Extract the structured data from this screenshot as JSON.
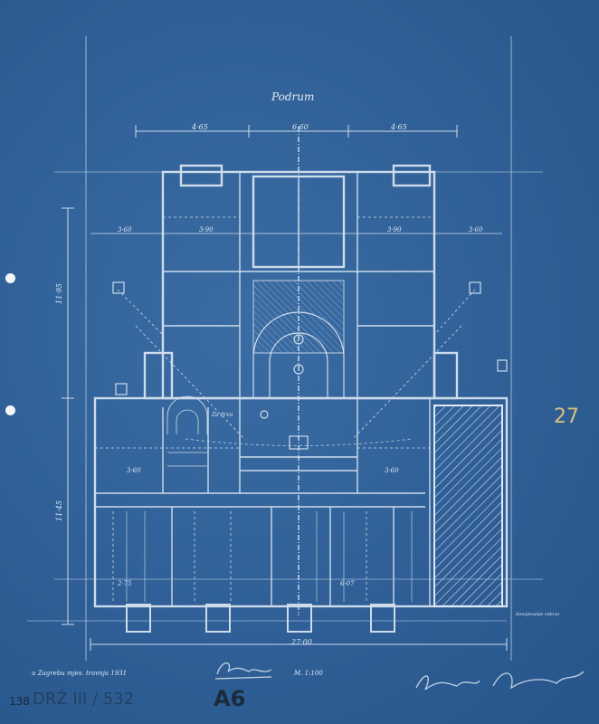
{
  "drawing": {
    "title": "Podrum",
    "dimensions": {
      "top_left": "4·65",
      "top_center": "6·60",
      "top_right": "4·65",
      "row1_left": "3·60",
      "row1_mid_left": "3·90",
      "row1_mid_right": "3·90",
      "row1_right": "3·60",
      "left_vertical_upper": "11·95",
      "left_vertical_lower": "11·45",
      "lower_left": "3·60",
      "lower_right": "3·60",
      "bottom_left": "2·75",
      "bottom_right": "6·07",
      "overall_width": "27·00"
    },
    "room_note": "Za drva",
    "side_note": "Savojevanje zidova",
    "place_date": "u Zagrebu mjes. travnja 1931",
    "scale": "M. 1:100",
    "sheet_number": "27",
    "archive_stamp": "138",
    "archive_code": "A6",
    "archive_note_illegible": "DRŽ III / 532"
  },
  "colors": {
    "paper": "#2f5f96",
    "line": "#dfe9f5",
    "sheet_number": "#d7c07a",
    "pencil": "#1c2a3c"
  }
}
